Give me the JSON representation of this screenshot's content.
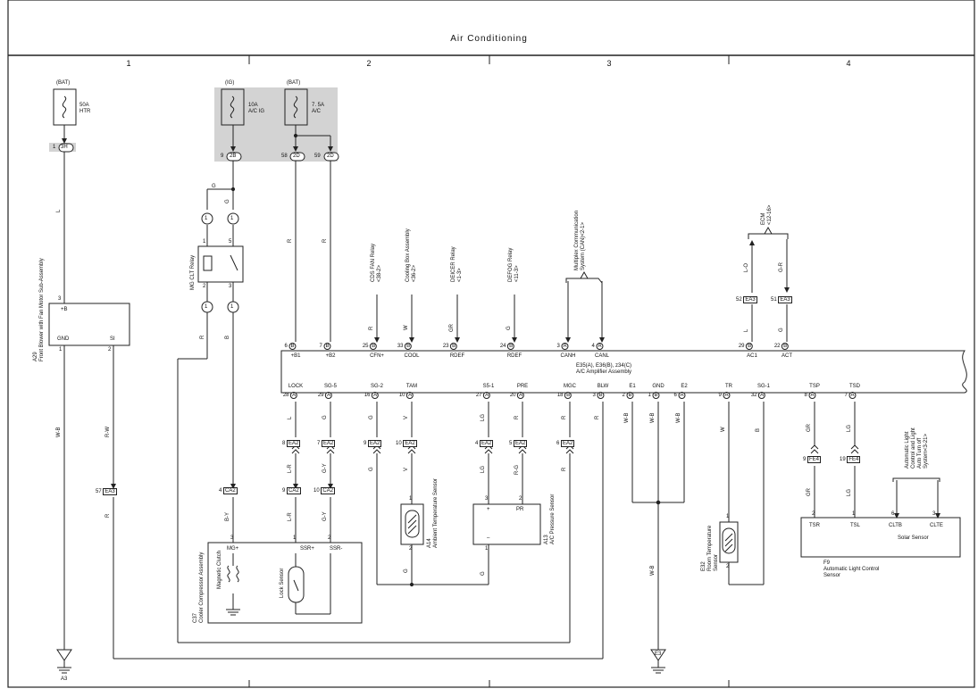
{
  "title": "Air Conditioning",
  "zones": [
    "1",
    "2",
    "3",
    "4"
  ],
  "fuses": {
    "htr": {
      "source": "(BAT)",
      "rating": "50A",
      "name": "HTR"
    },
    "acig": {
      "source": "(IG)",
      "rating": "10A",
      "name": "A/C IG"
    },
    "act": {
      "source": "(BAT)",
      "rating": "7. 5A",
      "name": "A/C"
    }
  },
  "fuse_connectors": {
    "htr": [
      "1",
      "3H"
    ],
    "acig": [
      "9",
      "2B"
    ],
    "act1": [
      "58",
      "2D"
    ],
    "act2": [
      "59",
      "2D"
    ]
  },
  "blower": {
    "name": "A29\nFront Blower with Fan Motor Sub-Assembly",
    "pins": [
      {
        "n": "3",
        "l": "+B"
      },
      {
        "n": "1",
        "l": "GND"
      },
      {
        "n": "2",
        "l": "SI"
      }
    ]
  },
  "mg_relay": {
    "name": "MG CLT Relay",
    "pins": [
      "1",
      "5",
      "2",
      "3"
    ],
    "conns": [
      "1",
      "1",
      "1",
      "1"
    ]
  },
  "amp": {
    "name_line1": "E35(A), E36(B), z34(C)",
    "name_line2": "A/C Amplifier Assembly",
    "top_pins": [
      {
        "n": "6",
        "c": "B",
        "l": "+B1",
        "w": "R"
      },
      {
        "n": "7",
        "c": "B",
        "l": "+B2",
        "w": "R"
      },
      {
        "n": "25",
        "c": "B",
        "l": "CFN+",
        "w": "R"
      },
      {
        "n": "33",
        "c": "B",
        "l": "COOL",
        "w": "W"
      },
      {
        "n": "23",
        "c": "B",
        "l": "RDEF",
        "w": "GR"
      },
      {
        "n": "24",
        "c": "B",
        "l": "RDEF",
        "w": "G"
      },
      {
        "n": "3",
        "c": "A",
        "l": "CANH",
        "w": ""
      },
      {
        "n": "4",
        "c": "A",
        "l": "CANL",
        "w": ""
      },
      {
        "n": "29",
        "c": "B",
        "l": "AC1",
        "w": "L"
      },
      {
        "n": "22",
        "c": "B",
        "l": "ACT",
        "w": "G"
      }
    ],
    "bottom_pins": [
      {
        "n": "28",
        "c": "A",
        "l": "LOCK",
        "w": "L"
      },
      {
        "n": "29",
        "c": "A",
        "l": "SG-5",
        "w": "G"
      },
      {
        "n": "16",
        "c": "A",
        "l": "SG-2",
        "w": "G"
      },
      {
        "n": "10",
        "c": "A",
        "l": "TAM",
        "w": "V"
      },
      {
        "n": "27",
        "c": "A",
        "l": "S5-1",
        "w": "LG"
      },
      {
        "n": "20",
        "c": "A",
        "l": "PRE",
        "w": "R"
      },
      {
        "n": "18",
        "c": "B",
        "l": "MGC",
        "w": "R"
      },
      {
        "n": "3",
        "c": "B",
        "l": "BLW",
        "w": "R"
      },
      {
        "n": "2",
        "c": "B",
        "l": "E1",
        "w": "W-B"
      },
      {
        "n": "1",
        "c": "B",
        "l": "GND",
        "w": "W-B"
      },
      {
        "n": "6",
        "c": "A",
        "l": "E2",
        "w": "W-B"
      },
      {
        "n": "9",
        "c": "A",
        "l": "TR",
        "w": "W"
      },
      {
        "n": "32",
        "c": "A",
        "l": "SG-1",
        "w": "B"
      },
      {
        "n": "8",
        "c": "A",
        "l": "TSP",
        "w": "GR"
      },
      {
        "n": "7",
        "c": "A",
        "l": "TSD",
        "w": "LG"
      }
    ]
  },
  "relays_vertical": [
    {
      "t": "CDS FAN Relay\n<38-2>"
    },
    {
      "t": "Cooling Box Assembly\n<36-2>"
    },
    {
      "t": "DEICER Relay\n<1-3>"
    },
    {
      "t": "DEFOG Relay\n<11-3>"
    },
    {
      "t": "Multiplex Communication\nSystem (CAN)<2-1>"
    },
    {
      "t": "ECM\n<12-16>"
    }
  ],
  "ecm_conns": [
    {
      "n": "52",
      "c": "EA3",
      "w": "L-O"
    },
    {
      "n": "51",
      "c": "EA3",
      "w": "G-R"
    }
  ],
  "inline_conns": {
    "ea2_top": [
      {
        "n": "8",
        "c": "EA2"
      },
      {
        "n": "7",
        "c": "EA2"
      },
      {
        "n": "9",
        "c": "EA2"
      },
      {
        "n": "10",
        "c": "EA2"
      },
      {
        "n": "4",
        "c": "EA2"
      },
      {
        "n": "5",
        "c": "EA2"
      },
      {
        "n": "6",
        "c": "EA2"
      }
    ],
    "ca2": [
      {
        "n": "4",
        "c": "CA2"
      },
      {
        "n": "9",
        "c": "CA2"
      },
      {
        "n": "10",
        "c": "CA2"
      }
    ],
    "ea3": {
      "n": "57",
      "c": "EA3"
    },
    "fe4": [
      {
        "n": "9",
        "c": "FE4"
      },
      {
        "n": "19",
        "c": "FE4"
      }
    ]
  },
  "wire_colors": {
    "ca2_wires": [
      "B-Y",
      "L-R",
      "G-Y"
    ],
    "ea2_wires": [
      "L-R",
      "G-Y",
      "G",
      "V",
      "LG",
      "R-G",
      "R"
    ],
    "blower_l": "L",
    "blower_wb": "W-B",
    "blower_rw": "R-W",
    "blower_r": "R",
    "relay_g": "G",
    "relay_r": "R",
    "relay_b": "B",
    "sensor_g": "G",
    "ground_wb": "W-B"
  },
  "compressor": {
    "name": "C37\nCooler Compressor Assembly",
    "pins": [
      {
        "n": "3",
        "l": "MG+"
      },
      {
        "n": "1",
        "l": "SSR+"
      },
      {
        "n": "2",
        "l": "SSR-"
      }
    ],
    "clutch": "Magnetic Clutch",
    "lock": "Lock Sensor"
  },
  "amb_sensor": {
    "name": "A14\nAmbient Temperature Sensor",
    "pins": [
      "1",
      "2"
    ]
  },
  "press_sensor": {
    "name": "A13\nA/C Pressure Sensor",
    "pins": [
      "3",
      "2",
      "1"
    ],
    "labels": [
      "+",
      "PR",
      "–"
    ]
  },
  "room_sensor": {
    "name": "E32\nRoom Temperature\nSensor",
    "pins": [
      "1",
      "2"
    ]
  },
  "solar_sensor": {
    "name": "Solar Sensor",
    "ref": "F9\nAutomatic Light Control\nSensor",
    "pins": [
      {
        "n": "2",
        "l": "TSR"
      },
      {
        "n": "1",
        "l": "TSL"
      },
      {
        "n": "6",
        "l": "CLTB"
      },
      {
        "n": "3",
        "l": "CLTE"
      }
    ]
  },
  "auto_light": {
    "t": "Automatic Light\nControl and Light\nAuto Turn off\nSystem<3-21>"
  },
  "grounds": [
    {
      "id": "A3"
    },
    {
      "id": "E3"
    }
  ],
  "colors": {
    "line": "#222222",
    "fusebox": "#d3d3d3"
  }
}
